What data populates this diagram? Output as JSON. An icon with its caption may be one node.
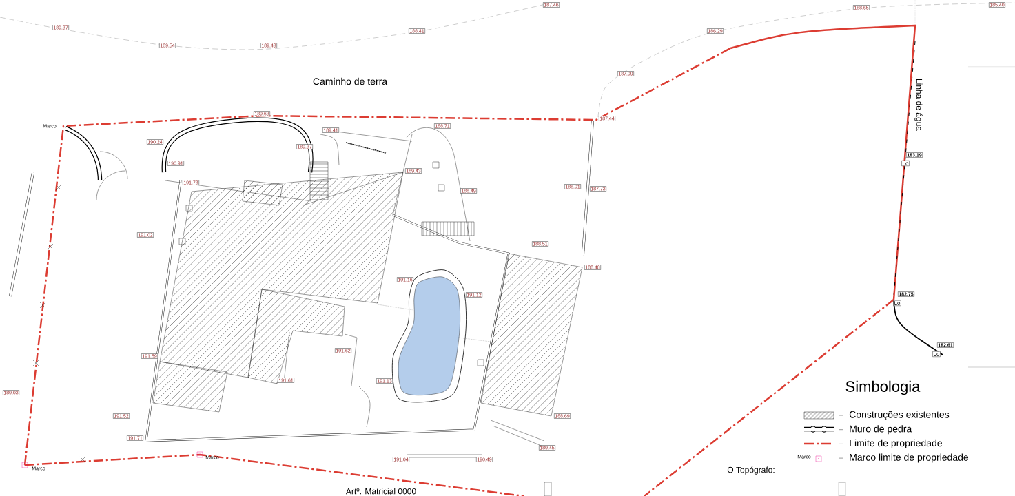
{
  "diagram": {
    "labels": [
      "187.46",
      "188.65",
      "185.40",
      "189.37",
      "188.41",
      "186.29",
      "189.54",
      "189.43",
      "187.09",
      "Caminho de terra",
      "Linha de água",
      "189.63",
      "187.44",
      "Marco",
      "189.41",
      "188.71",
      "190.24",
      "189.37",
      "190.91",
      "183.19",
      "Lo",
      "189.43",
      "191.78",
      "188.01",
      "187.73",
      "188.49",
      "191.02",
      "188.51",
      "188.48",
      "191.16",
      "191.12",
      "182.75",
      "Lo",
      "182.61",
      "Lo",
      "191.62",
      "191.59",
      "191.61",
      "191.13",
      "189.03",
      "Simbologia",
      "191.52",
      "188.69",
      "191.71",
      "189.45",
      "Marco",
      "191.04",
      "190.49",
      "Marco",
      "Marco",
      "O Topógrafo:",
      "Artº. Matricial 0000"
    ],
    "legend": [
      {
        "text": "Construções existentes"
      },
      {
        "text": "Muro de pedra"
      },
      {
        "text": "Limite de propriedade"
      },
      {
        "text": "Marco limite de propriedade"
      }
    ]
  }
}
